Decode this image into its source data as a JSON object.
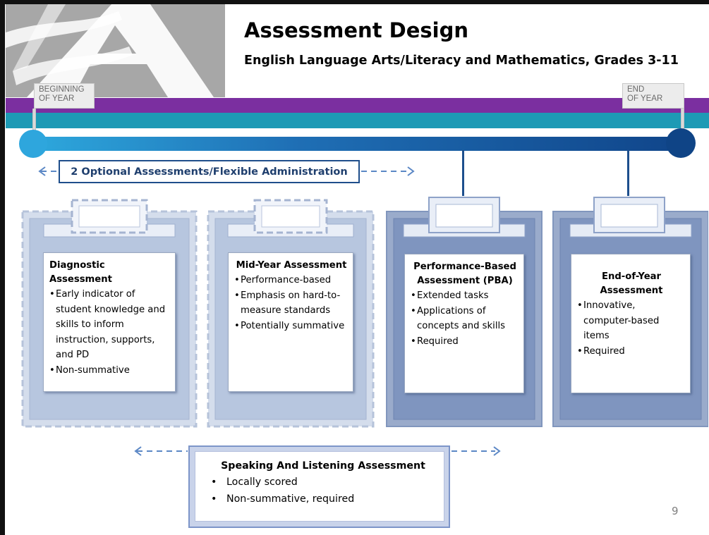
{
  "header": {
    "title": "Assessment Design",
    "subtitle": "English Language Arts/Literacy and Mathematics, Grades 3-11"
  },
  "colors": {
    "purple_band": "#7b2fa0",
    "teal_band": "#1d9ab5",
    "timeline_start": "#2da7dc",
    "timeline_end": "#10458a",
    "accent_navy": "#1f4e8b"
  },
  "timeline": {
    "start_label_line1": "BEGINNING",
    "start_label_line2": "OF YEAR",
    "end_label_line1": "END",
    "end_label_line2": "OF YEAR"
  },
  "optional": {
    "label": "2 Optional Assessments/Flexible Administration"
  },
  "assessments": [
    {
      "title": "Diagnostic Assessment",
      "bullets": [
        "Early indicator of student knowledge and skills to inform instruction, supports, and PD",
        "Non-summative"
      ]
    },
    {
      "title": "Mid-Year Assessment",
      "bullets": [
        "Performance-based",
        "Emphasis on hard-to-measure standards",
        "Potentially summative"
      ]
    },
    {
      "title": "Performance-Based Assessment (PBA)",
      "bullets": [
        "Extended tasks",
        "Applications of concepts and skills",
        "Required"
      ]
    },
    {
      "title": "End-of-Year Assessment",
      "bullets": [
        "Innovative, computer-based items",
        "Required"
      ]
    }
  ],
  "speaking": {
    "title": "Speaking And Listening Assessment",
    "bullets": [
      "Locally scored",
      "Non-summative, required"
    ]
  },
  "page_number": "9"
}
